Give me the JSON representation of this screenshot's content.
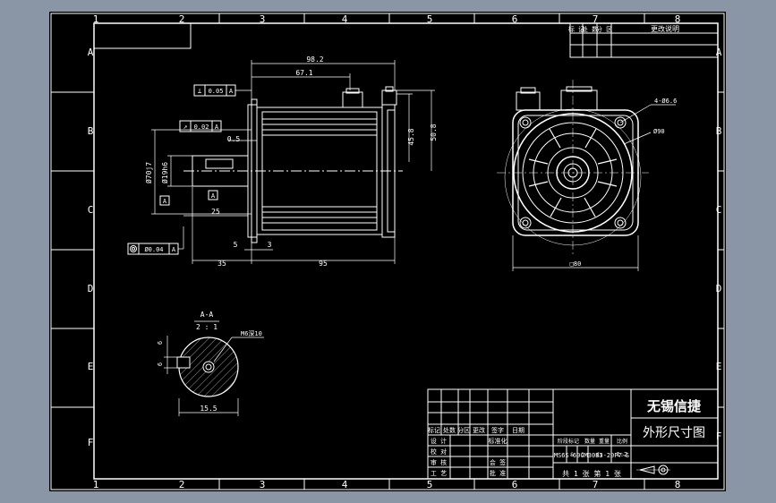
{
  "border": {
    "columns": [
      "1",
      "2",
      "3",
      "4",
      "5",
      "6",
      "7",
      "8"
    ],
    "rows": [
      "A",
      "B",
      "C",
      "D",
      "E",
      "F"
    ]
  },
  "revision_block": {
    "headers": [
      "标 记",
      "处 数",
      "分 区",
      "更改说明"
    ]
  },
  "front_view": {
    "dims": {
      "overall": "98.2",
      "body": "67.1",
      "lead_top": "45.8",
      "lead_right": "50.8",
      "shaft_len": "25",
      "flange_thk": "5",
      "gap": "3",
      "shaft_total": "35",
      "body_len": "95",
      "pilot_step": "0.5",
      "pilot_dia": "Ø70j7",
      "shaft_dia": "Ø19h6"
    },
    "tolerances": {
      "perpendicularity": "0.05",
      "perpendicularity_datum": "A",
      "runout": "0.02",
      "runout_datum": "A",
      "concentricity": "Ø0.04",
      "concentricity_datum": "A",
      "datum_label": "A"
    }
  },
  "end_view": {
    "holes": "4-Ø6.6",
    "pcd": "Ø90",
    "square": "□80"
  },
  "section_view": {
    "title": "A-A",
    "scale": "2 : 1",
    "thread": "M6深10",
    "key_height": "6",
    "keyway_width": "6",
    "height": "15.5"
  },
  "title_block": {
    "company": "无锡信捷",
    "drawing_title": "外形尺寸图",
    "model": "MS6S-60CM30B3-20P7-S",
    "row_headers": [
      "标记",
      "处数",
      "分区",
      "更改",
      "签字",
      "日期"
    ],
    "sign_labels": [
      "设 计",
      "校 对",
      "审 核",
      "工 艺"
    ],
    "std_label": "标准化",
    "check_label": "会 签",
    "approve_label": "批 准",
    "stage_headers": [
      "阶段标记",
      "数量",
      "重量",
      "比例"
    ],
    "scale": "1:2",
    "sheet_info": "共 1 张 第 1 张",
    "small_cells": [
      "S",
      "1",
      "Cs"
    ]
  }
}
